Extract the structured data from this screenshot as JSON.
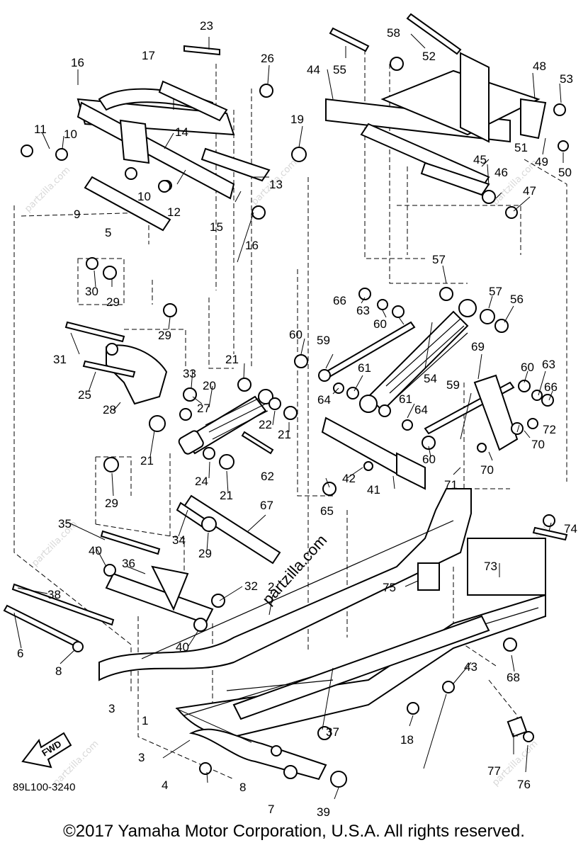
{
  "diagram": {
    "code": "89L100-3240",
    "direction_label": "FWD",
    "watermark": "partzilla.com",
    "copyright": "©2017 Yamaha Motor Corporation, U.S.A. All rights reserved.",
    "callouts": [
      "1",
      "2",
      "3",
      "3",
      "4",
      "5",
      "6",
      "7",
      "8",
      "8",
      "9",
      "10",
      "10",
      "11",
      "12",
      "13",
      "14",
      "15",
      "16",
      "16",
      "17",
      "18",
      "19",
      "20",
      "21",
      "21",
      "21",
      "21",
      "22",
      "23",
      "24",
      "25",
      "26",
      "27",
      "28",
      "29",
      "29",
      "29",
      "29",
      "30",
      "31",
      "32",
      "33",
      "34",
      "35",
      "36",
      "37",
      "38",
      "39",
      "40",
      "40",
      "41",
      "42",
      "43",
      "44",
      "45",
      "46",
      "47",
      "48",
      "49",
      "50",
      "51",
      "52",
      "53",
      "54",
      "55",
      "56",
      "57",
      "57",
      "58",
      "59",
      "59",
      "60",
      "60",
      "60",
      "60",
      "61",
      "61",
      "62",
      "63",
      "63",
      "64",
      "64",
      "65",
      "66",
      "66",
      "67",
      "68",
      "69",
      "70",
      "70",
      "71",
      "72",
      "73",
      "74",
      "75",
      "76",
      "77"
    ]
  }
}
